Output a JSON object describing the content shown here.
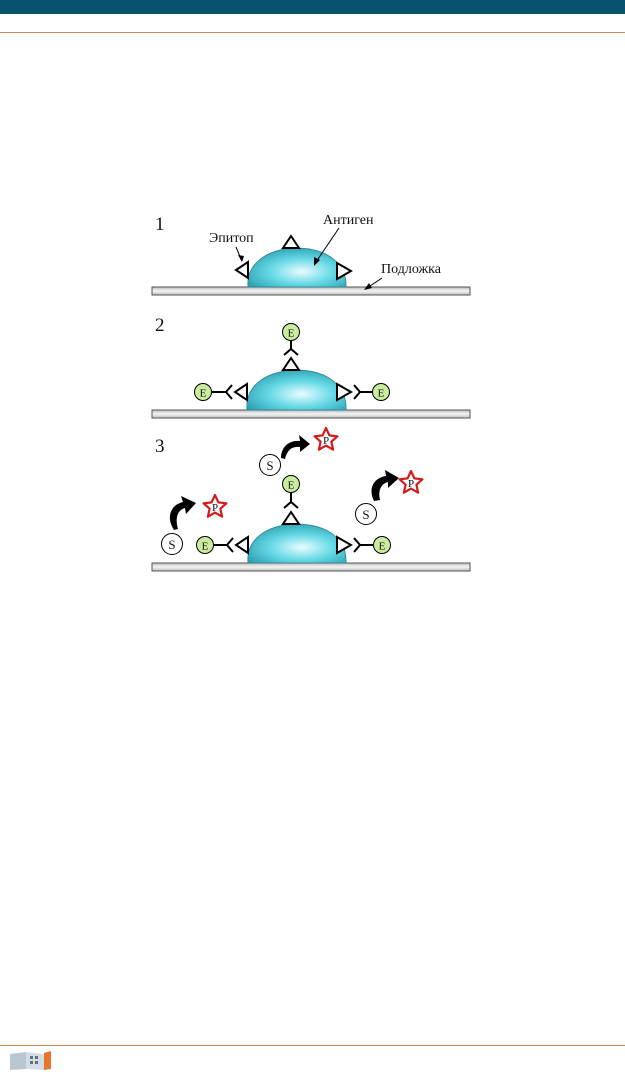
{
  "colors": {
    "top_bar": "#07536e",
    "rule": "#c98a5a",
    "antigen_light": "#eafcff",
    "antigen_mid": "#66d9e6",
    "antigen_dark": "#2a9fb0",
    "enzyme_fill": "#c9ec9e",
    "product_star": "#d41a1a"
  },
  "icons": {
    "footer": "book-logo-icon",
    "epitope": "triangle-icon",
    "enzyme": "circle-icon",
    "product": "star-icon",
    "reaction": "curved-arrow-icon"
  },
  "diagram": {
    "panel1": {
      "number": "1",
      "label_epitope": "Эпитоп",
      "label_antigen": "Антиген",
      "label_substrate": "Подложка"
    },
    "panel2": {
      "number": "2",
      "enzyme_label": "E"
    },
    "panel3": {
      "number": "3",
      "enzyme_label": "E",
      "substrate_label": "S",
      "product_label": "P"
    }
  }
}
